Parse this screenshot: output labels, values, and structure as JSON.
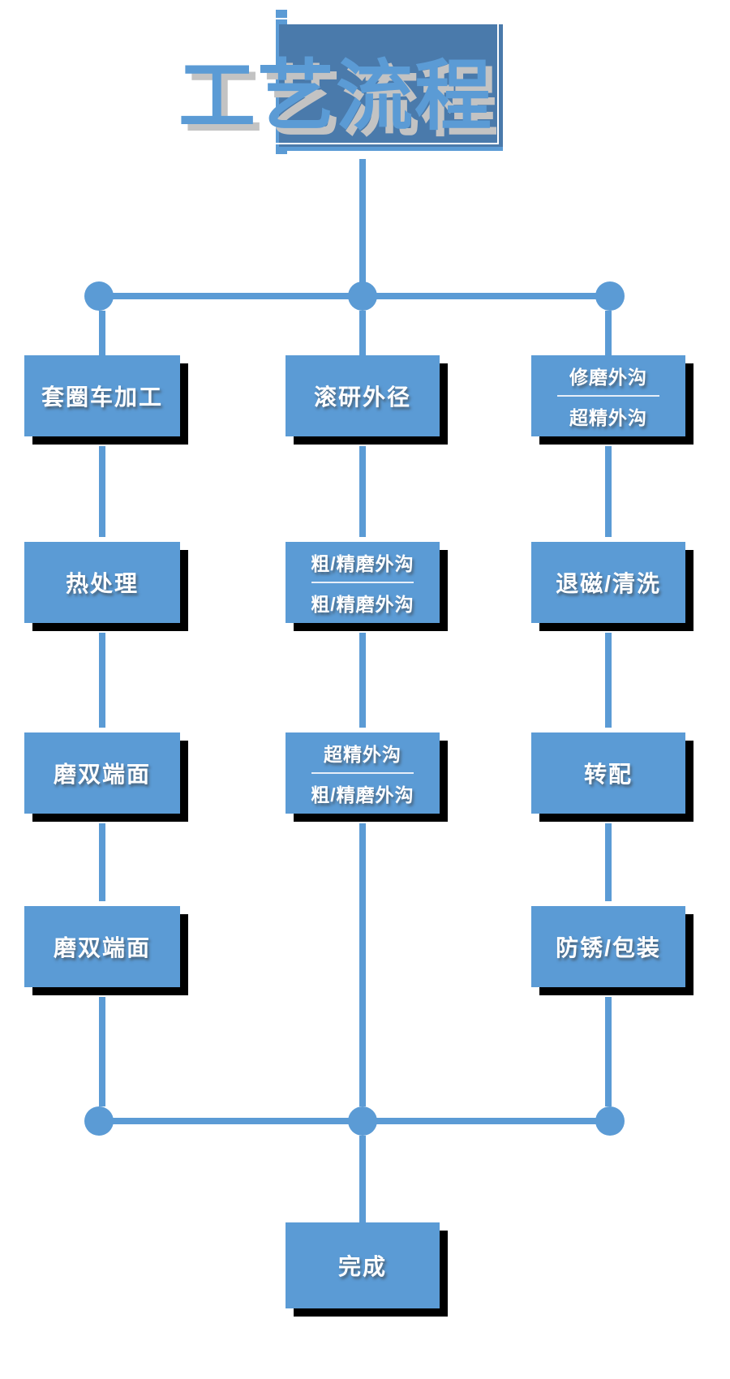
{
  "title": {
    "text": "工艺流程"
  },
  "columns": {
    "left": {
      "steps": [
        {
          "lines": [
            "套圈车加工"
          ]
        },
        {
          "lines": [
            "热处理"
          ]
        },
        {
          "lines": [
            "磨双端面"
          ]
        },
        {
          "lines": [
            "磨双端面"
          ]
        }
      ]
    },
    "center": {
      "steps": [
        {
          "lines": [
            "滚研外径"
          ]
        },
        {
          "lines": [
            "粗/精磨外沟",
            "粗/精磨外沟"
          ]
        },
        {
          "lines": [
            "超精外沟",
            "粗/精磨外沟"
          ]
        }
      ]
    },
    "right": {
      "steps": [
        {
          "lines": [
            "修磨外沟",
            "超精外沟"
          ]
        },
        {
          "lines": [
            "退磁/清洗"
          ]
        },
        {
          "lines": [
            "转配"
          ]
        },
        {
          "lines": [
            "防锈/包装"
          ]
        }
      ]
    }
  },
  "final_step": {
    "label": "完成"
  },
  "colors": {
    "box_fill": "#5b9bd5",
    "connector": "#5b9bd5",
    "title_box_fill": "#4a7aab",
    "title_text": "#5b9bd5",
    "title_text_shadow": "#c3c3c3",
    "box_shadow": "#000000",
    "box_text": "#ffffff"
  }
}
